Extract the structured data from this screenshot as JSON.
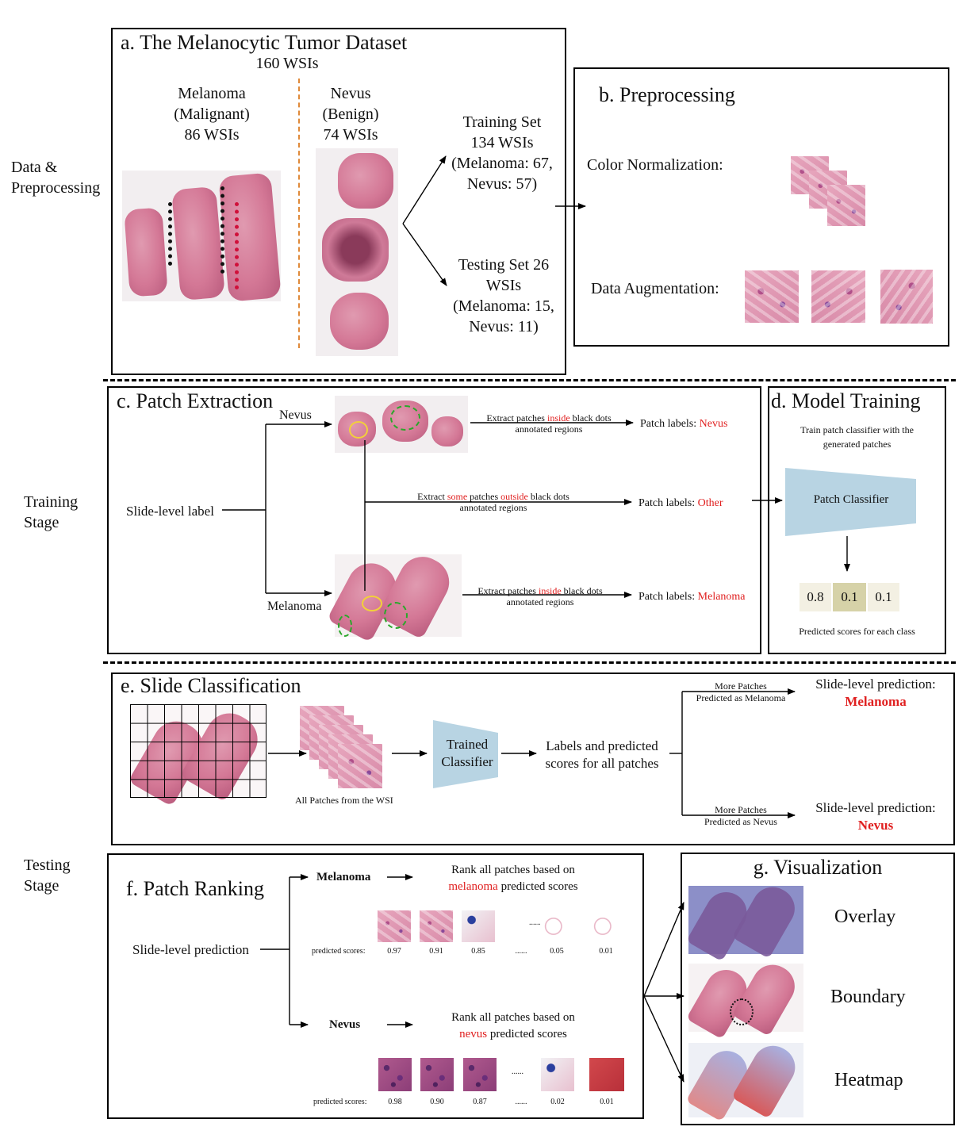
{
  "row_labels": {
    "data": [
      "Data &",
      "Preprocessing"
    ],
    "training": [
      "Training",
      "Stage"
    ],
    "testing": [
      "Testing",
      "Stage"
    ]
  },
  "a": {
    "title": "a. The Melanocytic Tumor Dataset",
    "subtitle": "160 WSIs",
    "melanoma": [
      "Melanoma",
      "(Malignant)",
      "86 WSIs"
    ],
    "nevus": [
      "Nevus",
      "(Benign)",
      "74 WSIs"
    ],
    "training": [
      "Training Set",
      "134 WSIs",
      "(Melanoma: 67,",
      "Nevus: 57)"
    ],
    "testing": [
      "Testing Set 26",
      "WSIs",
      "(Melanoma: 15,",
      "Nevus: 11)"
    ]
  },
  "b": {
    "title": "b. Preprocessing",
    "color_norm": "Color Normalization:",
    "augmentation": "Data Augmentation:"
  },
  "c": {
    "title": "c. Patch Extraction",
    "slide_label": "Slide-level label",
    "nevus": "Nevus",
    "melanoma": "Melanoma",
    "nevus_extract": {
      "pre": "Extract patches ",
      "hl": "inside",
      "post": " black dots",
      "line2": "annotated regions"
    },
    "other_extract": {
      "pre": "Extract ",
      "hl1": "some",
      "mid": " patches ",
      "hl2": "outside",
      "post": " black dots",
      "line2": "annotated regions"
    },
    "mel_extract": {
      "pre": "Extract patches ",
      "hl": "inside",
      "post": " black dots",
      "line2": "annotated regions"
    },
    "patch_labels_prefix": "Patch labels: ",
    "label_nevus": "Nevus",
    "label_other": "Other",
    "label_melanoma": "Melanoma"
  },
  "d": {
    "title": "d. Model Training",
    "desc": [
      "Train patch classifier with the",
      "generated patches"
    ],
    "classifier": "Patch Classifier",
    "scores": [
      "0.8",
      "0.1",
      "0.1"
    ],
    "caption": "Predicted scores for each class",
    "accent": "#b8d4e3"
  },
  "e": {
    "title": "e. Slide Classification",
    "all_patches": "All Patches from the WSI",
    "trained": [
      "Trained",
      "Classifier"
    ],
    "labels_scores": [
      "Labels and predicted",
      "scores for all patches"
    ],
    "more_mel": [
      "More Patches",
      "Predicted as Melanoma"
    ],
    "more_nev": [
      "More Patches",
      "Predicted as Nevus"
    ],
    "pred_prefix": "Slide-level prediction:",
    "pred_mel": "Melanoma",
    "pred_nev": "Nevus"
  },
  "f": {
    "title": "f. Patch Ranking",
    "slide_pred": "Slide-level prediction",
    "melanoma": "Melanoma",
    "nevus": "Nevus",
    "rank_mel": {
      "line1": "Rank all patches based on",
      "hl": "melanoma",
      "post": " predicted scores"
    },
    "rank_nev": {
      "line1": "Rank all patches based on",
      "hl": "nevus",
      "post": " predicted scores"
    },
    "ps_label": "predicted scores:",
    "mel_scores": [
      "0.97",
      "0.91",
      "0.85",
      "......",
      "0.05",
      "0.01"
    ],
    "nev_scores": [
      "0.98",
      "0.90",
      "0.87",
      "......",
      "0.02",
      "0.01"
    ],
    "dots": "......"
  },
  "g": {
    "title": "g. Visualization",
    "overlay": "Overlay",
    "boundary": "Boundary",
    "heatmap": "Heatmap"
  }
}
